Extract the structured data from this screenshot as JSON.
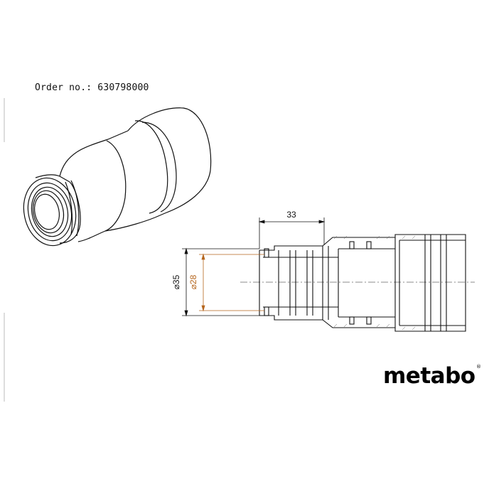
{
  "order": {
    "label": "Order no.: 630798000"
  },
  "dimensions": {
    "length": "33",
    "outer_diameter": "⌀35",
    "inner_diameter": "⌀28"
  },
  "brand": {
    "logo_text": "metabo",
    "registered_mark": "®"
  },
  "colors": {
    "line": "#111111",
    "accent_dimension": "#b5651d"
  }
}
